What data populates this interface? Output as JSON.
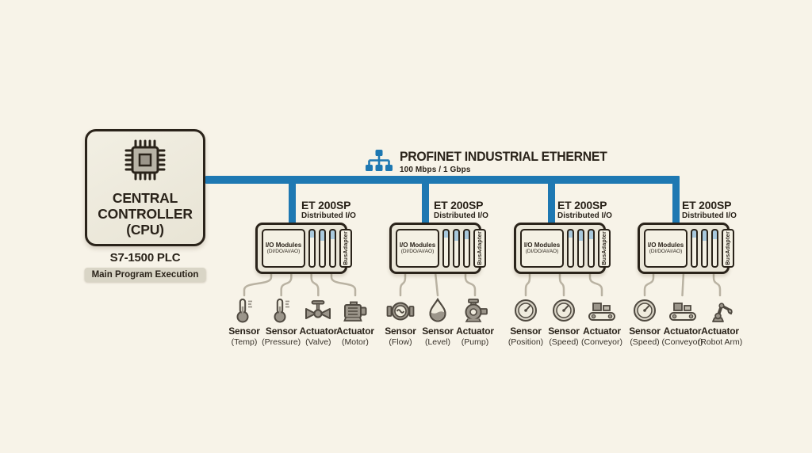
{
  "network": {
    "title": "PROFINET INDUSTRIAL ETHERNET",
    "subtitle": "100 Mbps / 1 Gbps"
  },
  "controller": {
    "title_lines": [
      "CENTRAL",
      "CONTROLLER",
      "(CPU)"
    ],
    "model": "S7-1500 PLC",
    "badge": "Main Program Execution"
  },
  "stations": [
    {
      "label": "ET 200SP",
      "sublabel": "Distributed I/O",
      "module_label": "I/O Modules",
      "module_sublabel": "(DI/DO/AI/AO)",
      "bus_adapter_label": "BusAdapter",
      "devices": [
        {
          "name": "Sensor",
          "type": "(Temp)",
          "icon": "thermometer"
        },
        {
          "name": "Sensor",
          "type": "(Pressure)",
          "icon": "thermometer"
        },
        {
          "name": "Actuator",
          "type": "(Valve)",
          "icon": "valve"
        },
        {
          "name": "Actuator",
          "type": "(Motor)",
          "icon": "motor"
        }
      ]
    },
    {
      "label": "ET 200SP",
      "sublabel": "Distributed I/O",
      "module_label": "I/O Modules",
      "module_sublabel": "(DI/DO/AI/AO)",
      "bus_adapter_label": "BusAdapter",
      "devices": [
        {
          "name": "Sensor",
          "type": "(Flow)",
          "icon": "flow"
        },
        {
          "name": "Sensor",
          "type": "(Level)",
          "icon": "level"
        },
        {
          "name": "Actuator",
          "type": "(Pump)",
          "icon": "pump"
        }
      ]
    },
    {
      "label": "ET 200SP",
      "sublabel": "Distributed I/O",
      "module_label": "I/O Modules",
      "module_sublabel": "(DI/DO/AI/AO)",
      "bus_adapter_label": "BusAdapter",
      "devices": [
        {
          "name": "Sensor",
          "type": "(Position)",
          "icon": "gauge"
        },
        {
          "name": "Sensor",
          "type": "(Speed)",
          "icon": "gauge"
        },
        {
          "name": "Actuator",
          "type": "(Conveyor)",
          "icon": "conveyor"
        }
      ]
    },
    {
      "label": "ET 200SP",
      "sublabel": "Distributed I/O",
      "module_label": "I/O Modules",
      "module_sublabel": "(DI/DO/AI/AO)",
      "bus_adapter_label": "BusAdapter",
      "devices": [
        {
          "name": "Sensor",
          "type": "(Speed)",
          "icon": "gauge"
        },
        {
          "name": "Actuator",
          "type": "(Conveyor)",
          "icon": "conveyor"
        },
        {
          "name": "Actuator",
          "type": "(Robot Arm)",
          "icon": "robot-arm"
        }
      ]
    }
  ],
  "colors": {
    "background": "#f7f3e8",
    "ink": "#2a231a",
    "bus_blue": "#1e78b2",
    "slat_blue": "#a9c9dd",
    "box_fill": "#eae6d8",
    "panel_fill": "#f4f1e4",
    "badge_bg": "#d9d5c6",
    "icon_gray": "#9b958a",
    "icon_stroke": "#4f4940",
    "connector_gray": "#b9b2a2"
  }
}
